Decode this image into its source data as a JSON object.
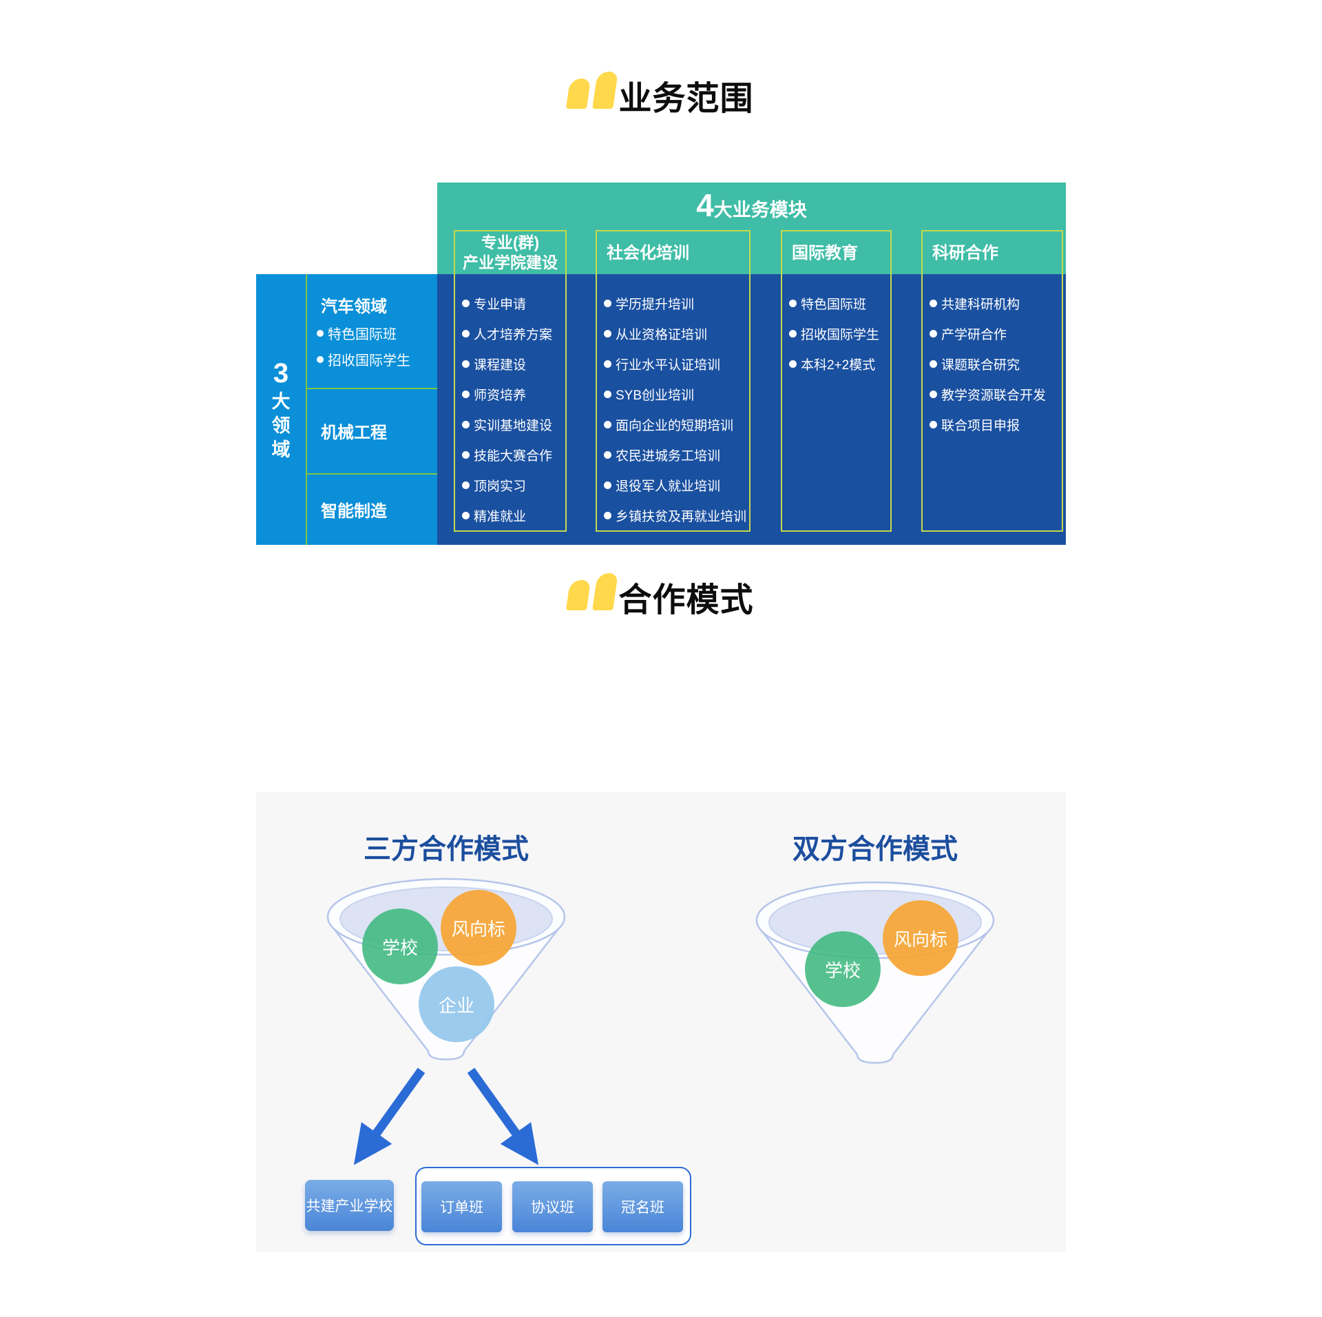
{
  "colors": {
    "teal": "#3FBDA6",
    "dark_blue": "#1A50A0",
    "bright_blue": "#0A8FD8",
    "box_border": "#C6DA4B",
    "separator_green": "#7FC53E",
    "accent_yellow": "#FFD94B",
    "deep_blue_title": "#1C4E9E",
    "arrow_blue": "#2B6BD6"
  },
  "section_business": {
    "title": "业务范围",
    "modules_header": {
      "count": "4",
      "label": "大业务模块"
    },
    "domains_label_chars": [
      "3",
      "大",
      "领",
      "域"
    ],
    "domains": [
      {
        "name": "汽车领域",
        "bullets": [
          "特色国际班",
          "招收国际学生"
        ]
      },
      {
        "name": "机械工程",
        "bullets": []
      },
      {
        "name": "智能制造",
        "bullets": []
      }
    ],
    "columns": [
      {
        "header": [
          "专业(群)",
          "产业学院建设"
        ],
        "items": [
          "专业申请",
          "人才培养方案",
          "课程建设",
          "师资培养",
          "实训基地建设",
          "技能大赛合作",
          "顶岗实习",
          "精准就业"
        ]
      },
      {
        "header": [
          "社会化培训"
        ],
        "items": [
          "学历提升培训",
          "从业资格证培训",
          "行业水平认证培训",
          "SYB创业培训",
          "面向企业的短期培训",
          "农民进城务工培训",
          "退役军人就业培训",
          "乡镇扶贫及再就业培训"
        ]
      },
      {
        "header": [
          "国际教育"
        ],
        "items": [
          "特色国际班",
          "招收国际学生",
          "本科2+2模式"
        ]
      },
      {
        "header": [
          "科研合作"
        ],
        "items": [
          "共建科研机构",
          "产学研合作",
          "课题联合研究",
          "教学资源联合开发",
          "联合项目申报"
        ]
      }
    ]
  },
  "section_cooperation": {
    "title": "合作模式",
    "tripartite": {
      "title": "三方合作模式",
      "circles": [
        {
          "label": "学校",
          "color": "rgba(63,184,127,0.88)"
        },
        {
          "label": "风向标",
          "color": "rgba(246,166,53,0.93)"
        },
        {
          "label": "企业",
          "color": "rgba(148,199,235,0.92)"
        }
      ],
      "result_box": "共建产业学校",
      "class_boxes": [
        "订单班",
        "协议班",
        "冠名班"
      ]
    },
    "bilateral": {
      "title": "双方合作模式",
      "circles": [
        {
          "label": "风向标",
          "color": "rgba(246,166,53,0.93)"
        },
        {
          "label": "学校",
          "color": "rgba(63,184,127,0.88)"
        }
      ]
    }
  }
}
